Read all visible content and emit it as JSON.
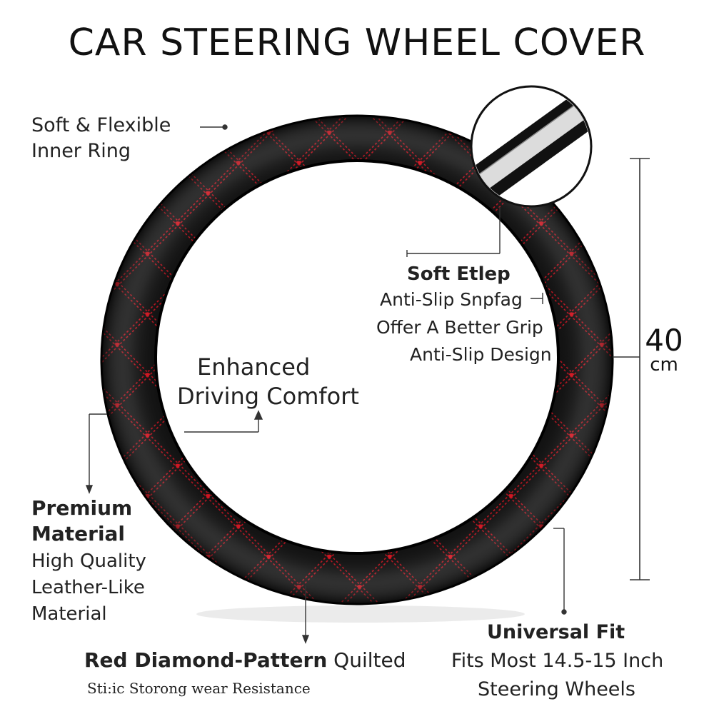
{
  "title": "CAR STEERING WHEEL COVER",
  "labels": {
    "inner_ring_line1": "Soft & Flexible",
    "inner_ring_line2": "Inner Ring",
    "soft_heading": "Soft Etlep",
    "soft_line1": "Anti-Slip Snpfag",
    "soft_line2": "Offer A Better Grip",
    "soft_line3": "Anti-Slip Design",
    "comfort_line1": "Enhanced",
    "comfort_line2": "Driving Comfort",
    "premium_line1": "Premium",
    "premium_line2": "Material",
    "premium_desc1": "High Quality",
    "premium_desc2": "Leather-Like",
    "premium_desc3": "Material",
    "red_pattern_bold": "Red Diamond-Pattern",
    "red_pattern_rest": " Quilted",
    "red_pattern_sub": "Sti:ic Storong wear Resistance",
    "universal_heading": "Universal Fit",
    "universal_line1": "Fits Most 14.5-15 Inch",
    "universal_line2": "Steering Wheels"
  },
  "dimension": {
    "value": "40",
    "unit": "cm"
  },
  "colors": {
    "leather": "#121212",
    "stitch": "#c1121f",
    "inner_padding": "#d9d9d9"
  }
}
